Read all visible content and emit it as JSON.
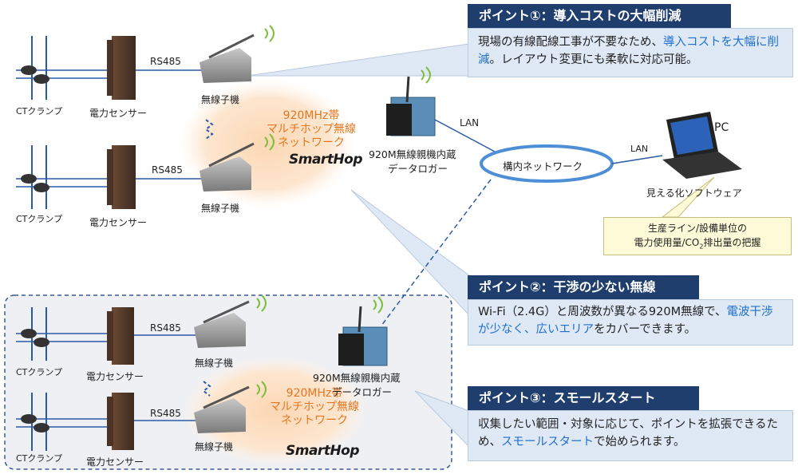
{
  "labels": {
    "rs485": "RS485",
    "ct_clamp": "CTクランプ",
    "power_sensor": "電力センサー",
    "wireless_child": "無線子機",
    "network_920_line1": "920MHz帯",
    "network_920_line2": "マルチホップ無線",
    "network_920_line3": "ネットワーク",
    "smarthop": "SmartHop",
    "logger_line1": "920M無線親機内蔵",
    "logger_line2": "データロガー",
    "lan": "LAN",
    "intranet": "構内ネットワーク",
    "pc": "PC",
    "software": "見える化ソフトウェア"
  },
  "note": {
    "line1": "生産ライン/設備単位の",
    "line2_pre": "電力使用量/CO",
    "line2_sub": "2",
    "line2_post": "排出量の把握"
  },
  "point1": {
    "title": "ポイント①：導入コストの大幅削減",
    "text_a": "現場の有線配線工事が不要なため、",
    "text_hl": "導入コストを大幅に削減",
    "text_b": "。レイアウト変更にも柔軟に対応可能。"
  },
  "point2": {
    "title": "ポイント②：干渉の少ない無線",
    "text_a": "Wi-Fi（2.4G）と周波数が異なる920M無線で、",
    "text_hl": "電波干渉が少なく、広いエリア",
    "text_b": "をカバーできます。"
  },
  "point3": {
    "title": "ポイント③：スモールスタート",
    "text_a": "収集したい範囲・対象に応じて、ポイントを拡張できるため、",
    "text_hl": "スモールスタート",
    "text_b": "で始められます。"
  },
  "colors": {
    "title_bg": "#1f3e6d",
    "box_bg": "#dfe9f6",
    "highlight": "#1f6fce",
    "network_orange": "#e8761e",
    "line_blue": "#2a5aa6"
  }
}
